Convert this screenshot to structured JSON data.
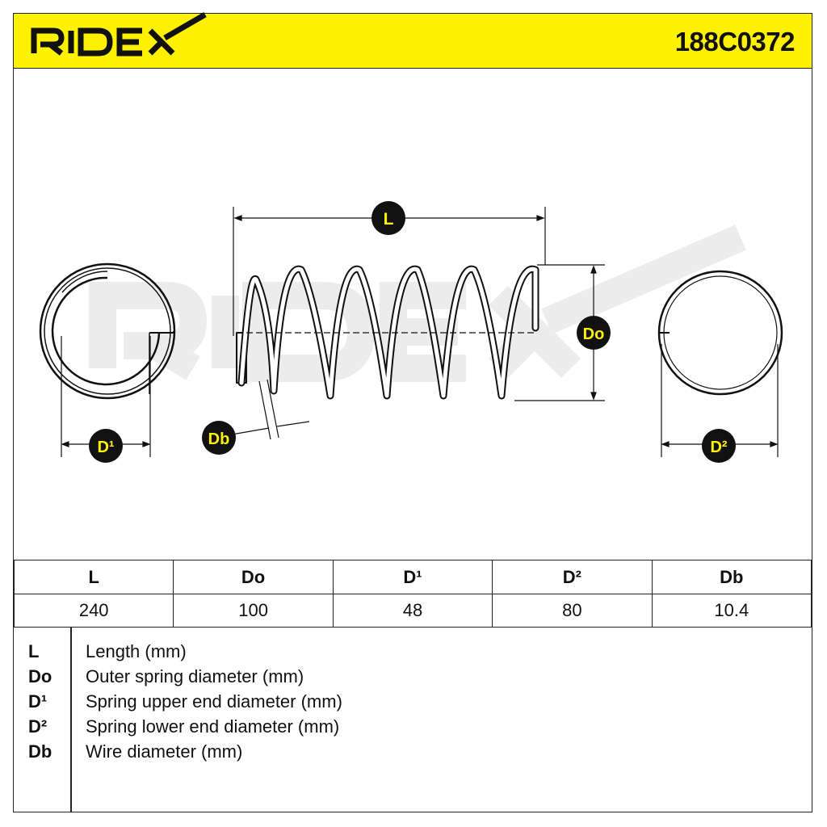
{
  "header": {
    "brand": "RIDEX",
    "part_number": "188C0372",
    "accent_color": "#FFF200"
  },
  "diagram": {
    "labels": {
      "length": "L",
      "outer_diameter": "Do",
      "upper_end_diameter": "D¹",
      "lower_end_diameter": "D²",
      "wire_diameter": "Db"
    },
    "watermark": "RIDEX"
  },
  "specs": {
    "headers": [
      "L",
      "Do",
      "D¹",
      "D²",
      "Db"
    ],
    "values": [
      "240",
      "100",
      "48",
      "80",
      "10.4"
    ]
  },
  "legend": [
    {
      "abbr": "L",
      "desc": "Length (mm)"
    },
    {
      "abbr": "Do",
      "desc": "Outer spring diameter (mm)"
    },
    {
      "abbr": "D¹",
      "desc": "Spring upper end diameter (mm)"
    },
    {
      "abbr": "D²",
      "desc": "Spring lower end diameter (mm)"
    },
    {
      "abbr": "Db",
      "desc": "Wire diameter (mm)"
    }
  ]
}
